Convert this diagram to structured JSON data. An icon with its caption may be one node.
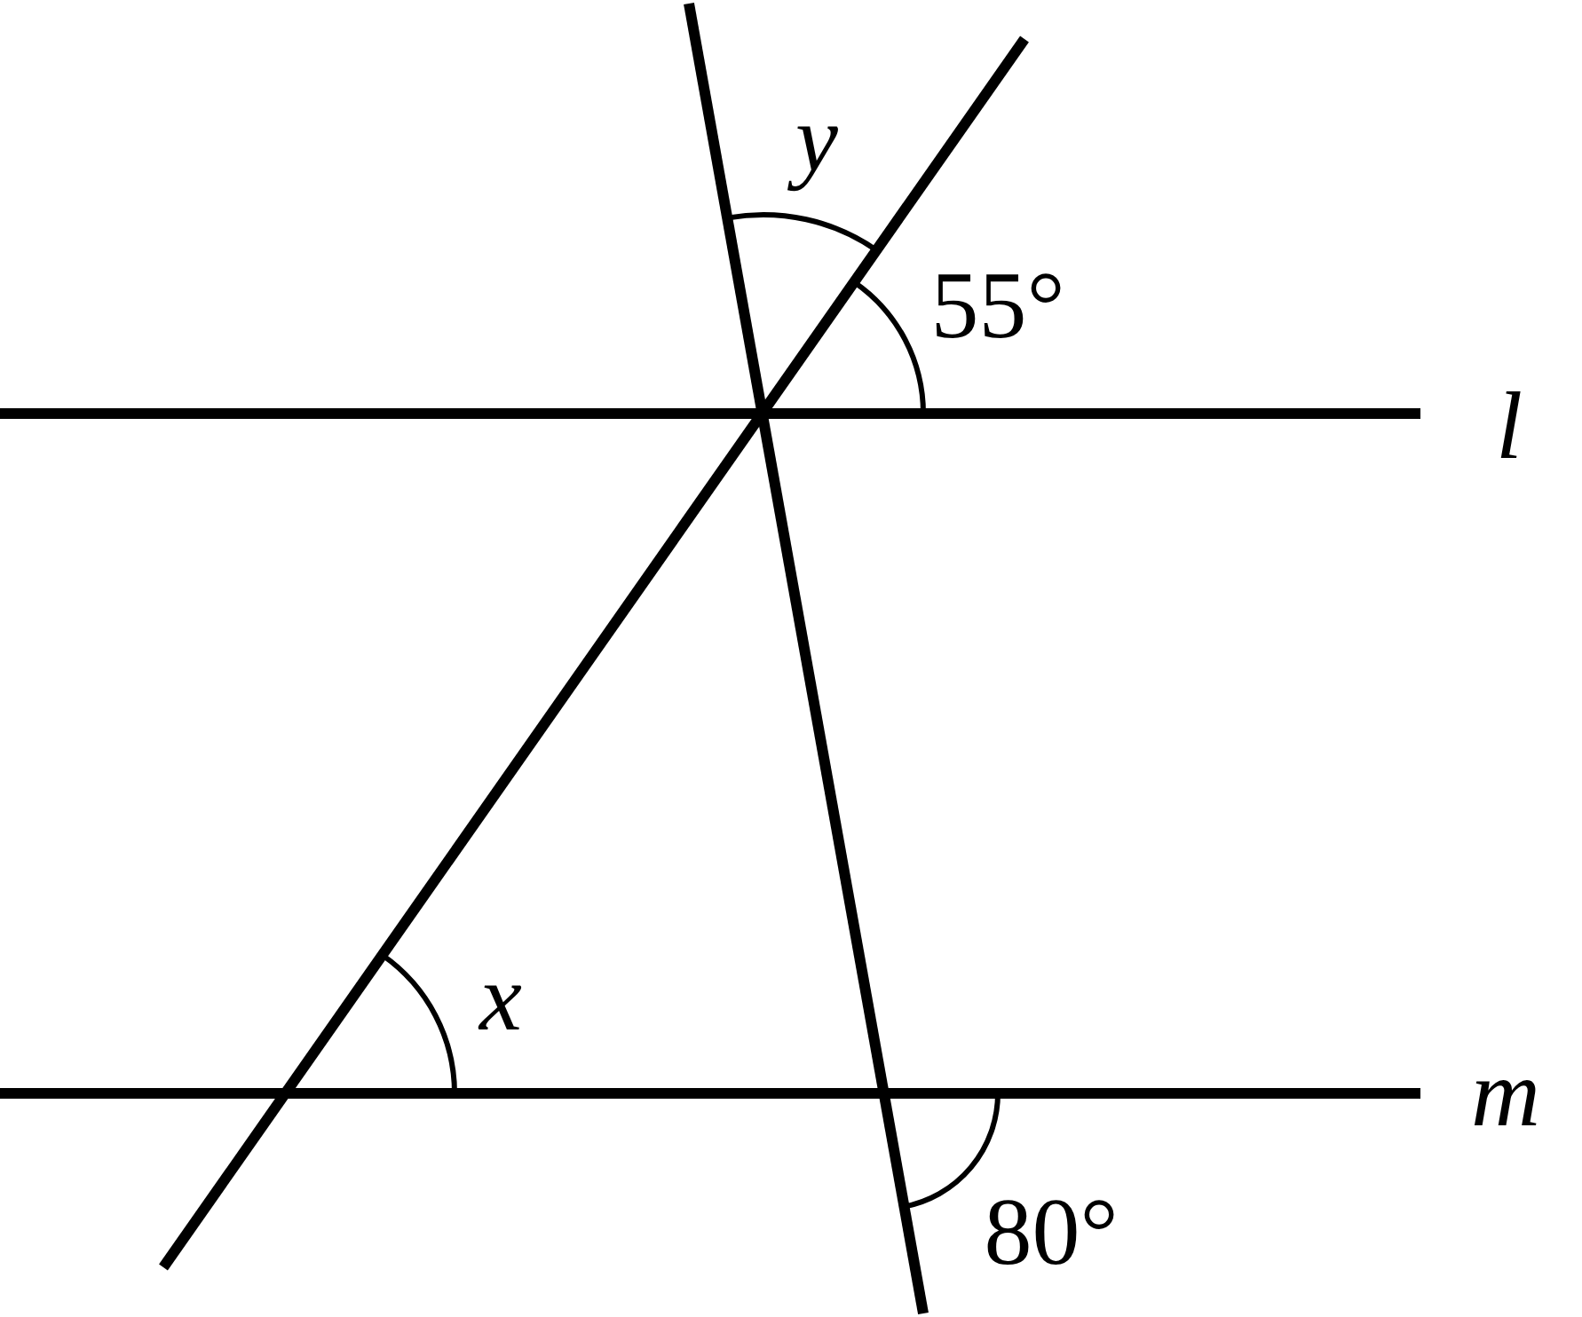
{
  "diagram": {
    "labels": [
      "y",
      "55°",
      "l",
      "x",
      "m",
      "80°"
    ]
  }
}
